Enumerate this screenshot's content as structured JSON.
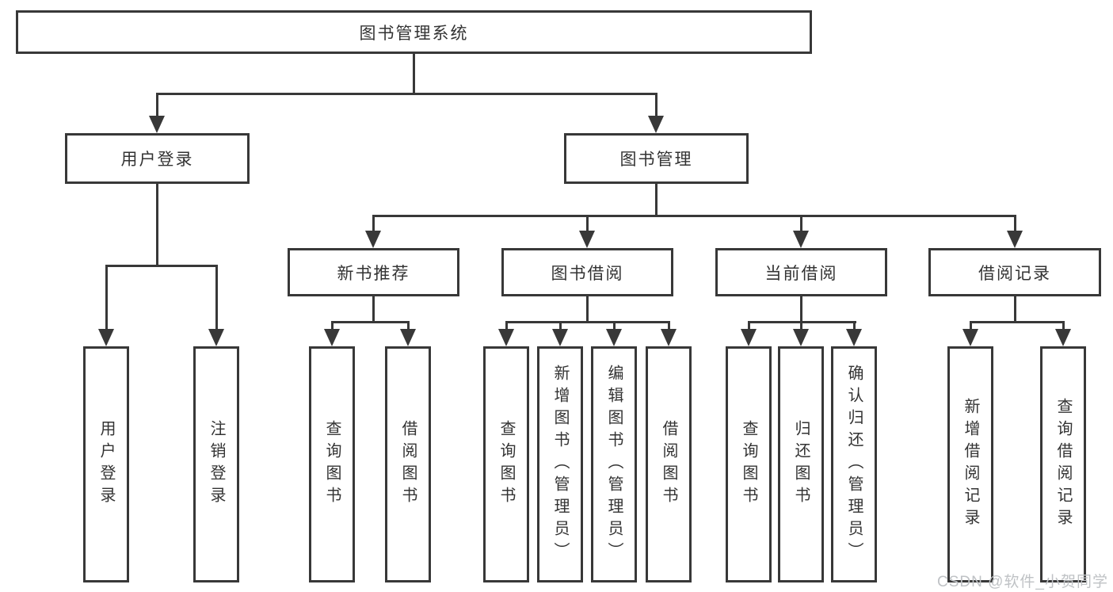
{
  "diagram_title": "图书管理系统",
  "tree": {
    "root": "图书管理系统",
    "level2": [
      {
        "label": "用户登录"
      },
      {
        "label": "图书管理"
      }
    ],
    "level3": [
      {
        "label": "新书推荐"
      },
      {
        "label": "图书借阅"
      },
      {
        "label": "当前借阅"
      },
      {
        "label": "借阅记录"
      }
    ],
    "leaves": {
      "user_login": [
        "用户登录",
        "注销登录"
      ],
      "new_books": [
        "查询图书",
        "借阅图书"
      ],
      "book_borrow": [
        "查询图书",
        "新增图书（管理员）",
        "编辑图书（管理员）",
        "借阅图书"
      ],
      "current_borrow": [
        "查询图书",
        "归还图书",
        "确认归还（管理员）"
      ],
      "borrow_records": [
        "新增借阅记录",
        "查询借阅记录"
      ]
    }
  },
  "watermark": {
    "text": "CSDN @软件_小贺同学",
    "color": "#bfc2c5"
  },
  "colors": {
    "line": "#383838",
    "box_border": "#383838",
    "text": "#333333",
    "background": "#ffffff"
  }
}
